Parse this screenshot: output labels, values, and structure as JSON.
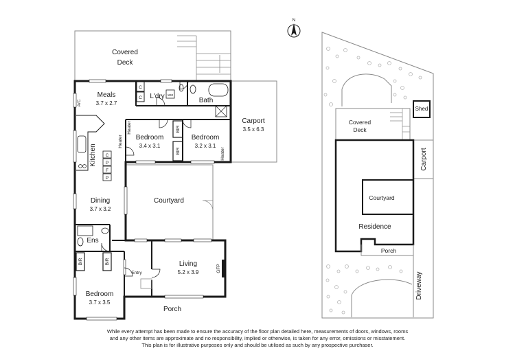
{
  "colors": {
    "wall": "#1a1a1a",
    "thin": "#8a8a8a",
    "tree": "#b5b5b5",
    "background": "#ffffff"
  },
  "floor_plan": {
    "covered_deck": "Covered",
    "covered_deck_2": "Deck",
    "meals": "Meals",
    "meals_dims": "3.7 x 2.7",
    "laundry": "L'dry",
    "bath": "Bath",
    "carport": "Carport",
    "carport_dims": "3.5 x 6.3",
    "bedroom_left": "Bedroom",
    "bedroom_left_dims": "3.4 x 3.1",
    "bedroom_right": "Bedroom",
    "bedroom_right_dims": "3.2 x 3.1",
    "kitchen": "Kitchen",
    "dining": "Dining",
    "dining_dims": "3.7 x 3.2",
    "courtyard": "Courtyard",
    "ensuite": "Ens",
    "living": "Living",
    "living_dims": "5.2 x 3.9",
    "bedroom_main": "Bedroom",
    "bedroom_main_dims": "3.7 x 3.5",
    "porch": "Porch",
    "entry": "Entry",
    "heater": "Heater",
    "bir": "BIR",
    "ac": "A/C",
    "gfp": "GFP",
    "c": "C",
    "p": "P",
    "f": "F",
    "wm": "WM"
  },
  "site_plan": {
    "north": "N",
    "shed": "Shed",
    "covered_deck": "Covered",
    "covered_deck_2": "Deck",
    "carport": "Carport",
    "courtyard": "Courtyard",
    "residence": "Residence",
    "porch": "Porch",
    "driveway": "Driveway"
  },
  "disclaimer": {
    "line1": "While every attempt has been made to ensure the accuracy of the floor plan detailed here, measurements of doors, windows, rooms",
    "line2": "and any other items are approximate and no responsibility, implied or otherwise, is taken for any error, omissions or misstatement.",
    "line3": "This plan is for illustrative purposes only and should be utilised as such by any prospective purchaser."
  }
}
